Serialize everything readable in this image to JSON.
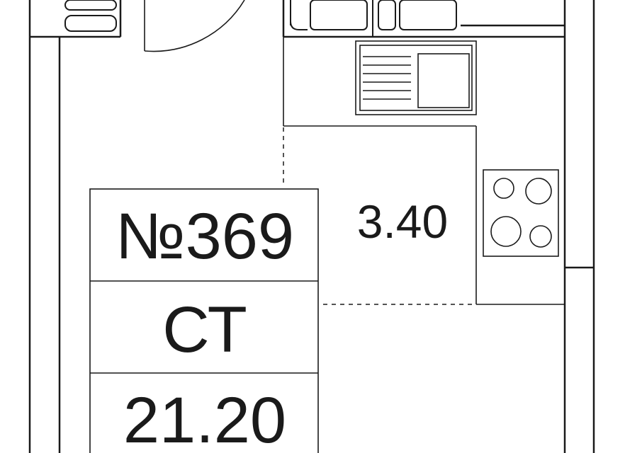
{
  "apartment": {
    "number": "№369",
    "type": "СТ",
    "total_area": "21.20"
  },
  "rooms": {
    "kitchen_area": "3.40"
  },
  "colors": {
    "line": "#1a1a1a",
    "background": "#ffffff"
  },
  "icons": {
    "door": "door-swing-icon",
    "sink": "sink-icon",
    "stove": "stove-icon",
    "bathtub": "bathtub-icon"
  }
}
